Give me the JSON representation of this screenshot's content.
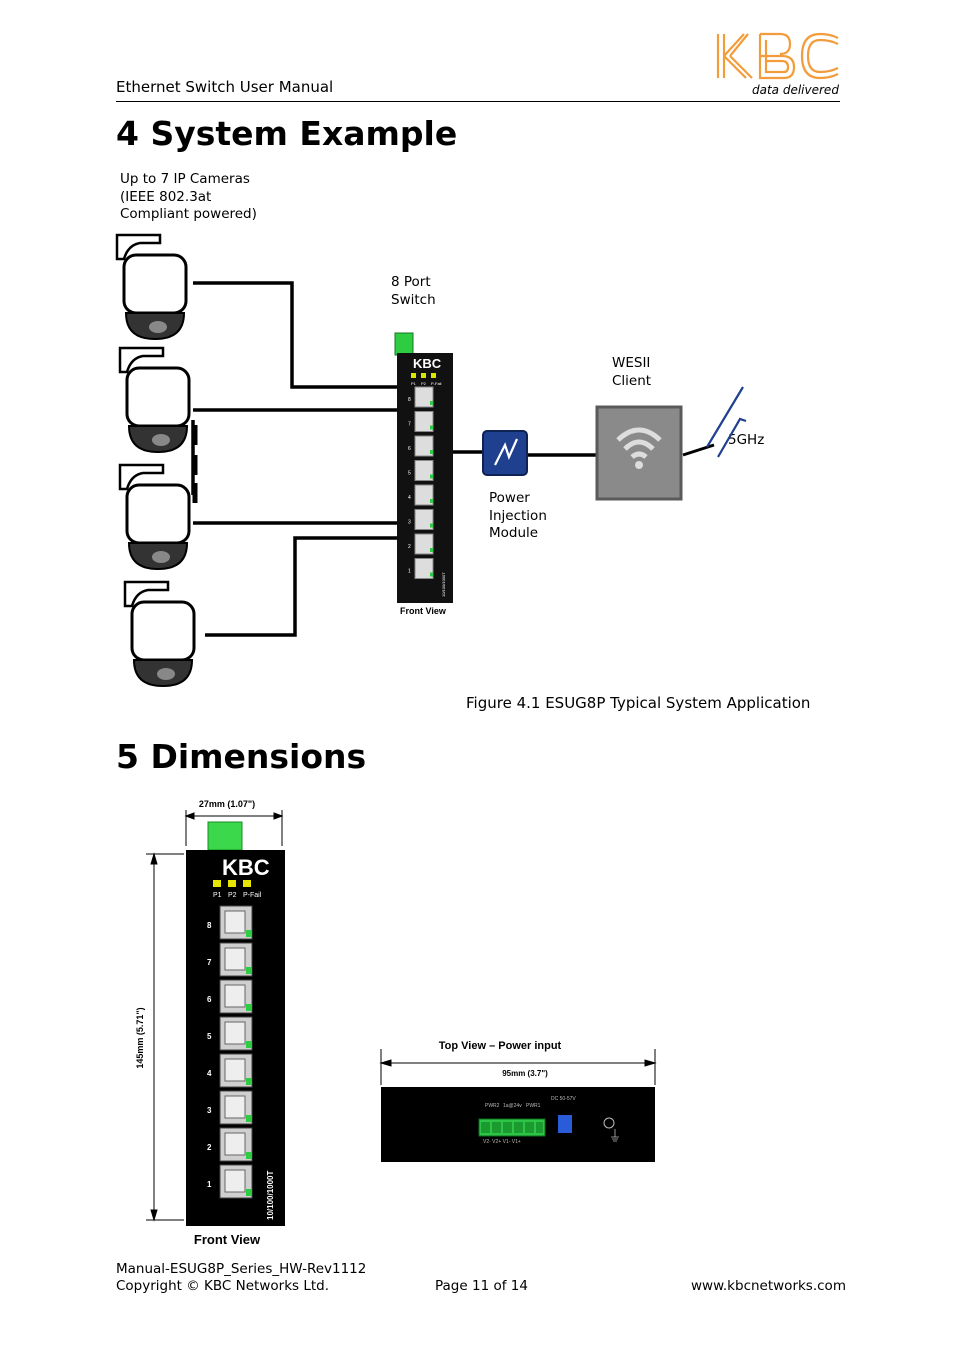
{
  "header": {
    "title": "Ethernet Switch User Manual",
    "logo_text": "KBC",
    "tagline": "data delivered",
    "brand_color": "#f39c3c"
  },
  "section4": {
    "heading": "4 System Example",
    "cameras_label": [
      "Up to 7 IP Cameras",
      "(IEEE 802.3at",
      "Compliant powered)"
    ],
    "switch_label": [
      "8 Port",
      "Switch"
    ],
    "switch_front_caption": "Front View",
    "switch_leds": [
      "P1",
      "P2",
      "P-Fail"
    ],
    "switch_port_numbers": [
      "8",
      "7",
      "6",
      "5",
      "4",
      "3",
      "2",
      "1"
    ],
    "switch_side_text": "10/100/1000T",
    "injector_label": [
      "Power",
      "Injection",
      "Module"
    ],
    "wesii_label": [
      "WESII",
      "Client"
    ],
    "radio_label": "5GHz",
    "caption": "Figure 4.1 ESUG8P Typical System Application"
  },
  "section5": {
    "heading": "5 Dimensions",
    "width_dim": "27mm (1.07\")",
    "height_dim": "145mm (5.71\")",
    "front_leds": [
      "P1",
      "P2",
      "P-Fail"
    ],
    "front_ports": [
      "8",
      "7",
      "6",
      "5",
      "4",
      "3",
      "2",
      "1"
    ],
    "front_side_text": "10/100/1000T",
    "front_caption": "Front View",
    "top_title": "Top View – Power input",
    "top_dim": "95mm (3.7\")",
    "top_labels": {
      "pwr2": "PWR2",
      "fault": "1a@24v",
      "pwr1": "PWR1",
      "dc": "DC 50-57V",
      "terminals": "V2-  V2+       V1-  V1+"
    }
  },
  "footer": {
    "doc_id": "Manual-ESUG8P_Series_HW-Rev1112",
    "copyright": "Copyright © KBC Networks Ltd.",
    "page": "Page 11 of 14",
    "website": "www.kbcnetworks.com"
  }
}
